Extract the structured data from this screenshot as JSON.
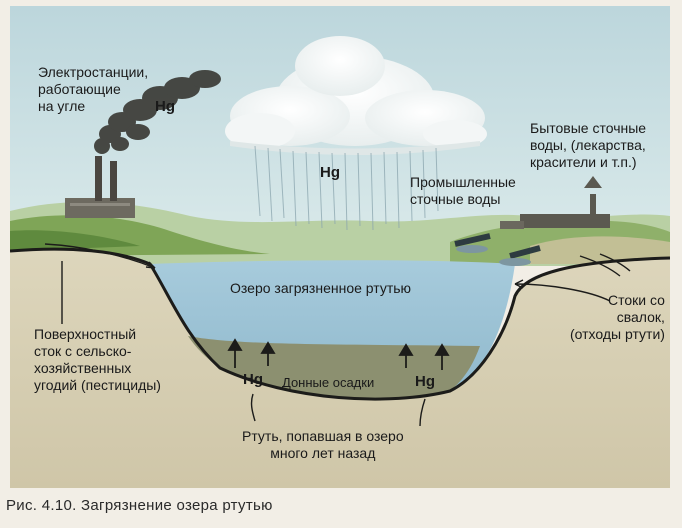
{
  "diagram": {
    "labels": {
      "power_plant": [
        "Электростанции,",
        "работающие",
        "на угле"
      ],
      "household_wastewater": [
        "Бытовые сточные",
        "воды, (лекарства,",
        "красители и т.п.)"
      ],
      "industrial_wastewater": [
        "Промышленные",
        "сточные воды"
      ],
      "lake": "Озеро загрязненное ртутью",
      "landfill_runoff": [
        "Стоки со",
        "свалок,",
        "(отходы ртути)"
      ],
      "surface_runoff": [
        "Поверхностный",
        "сток с сельско-",
        "хозяйственных",
        "угодий (пестициды)"
      ],
      "bottom_sediments": "Донные осадки",
      "old_mercury": [
        "Ртуть, попавшая в озеро",
        "много лет назад"
      ]
    },
    "mercury_symbol": "Hg",
    "colors": {
      "sky": "#c9dfe3",
      "water": "#a9cbdb",
      "sediment": "#8c9070",
      "ground": "#d9d2b8",
      "field_green": "#6f9a4c",
      "smoke": "#3b3b36"
    }
  },
  "caption": "Рис. 4.10. Загрязнение озера ртутью"
}
